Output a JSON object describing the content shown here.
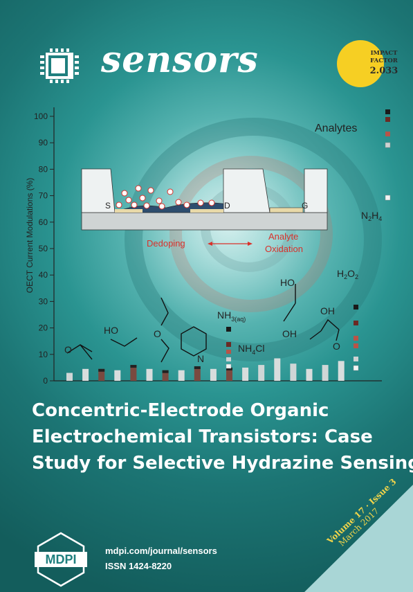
{
  "journal": {
    "name": "sensors"
  },
  "impact_factor": {
    "line1": "IMPACT",
    "line2": "FACTOR",
    "value": "2.033"
  },
  "figure": {
    "ylabel": "OECT Current Modulations (%)",
    "yticks": [
      "0",
      "10",
      "20",
      "30",
      "40",
      "50",
      "60",
      "70",
      "80",
      "90",
      "100"
    ],
    "device_labels": {
      "source": "S",
      "drain": "D",
      "gate": "G"
    },
    "dedoping": "Dedoping",
    "analyte_oxidation": [
      "Analyte",
      "Oxidation"
    ],
    "analytes_label": "Analytes",
    "n2h4": {
      "main": "N",
      "sub1": "2",
      "mid": "H",
      "sub2": "4"
    },
    "h2o2": {
      "main": "H",
      "sub1": "2",
      "mid": "O",
      "sub2": "2"
    },
    "nh3": {
      "main": "NH",
      "sub": "3(aq)"
    },
    "nh4cl": {
      "main": "NH",
      "sub": "4",
      "end": "Cl"
    },
    "atoms": {
      "o": "O",
      "ho": "HO",
      "oh": "OH",
      "n": "N"
    }
  },
  "chart_data": {
    "type": "bar",
    "ylabel": "OECT Current Modulations (%)",
    "ylim": [
      0,
      100
    ],
    "bars": [
      3,
      4.5,
      4.5,
      4,
      6,
      4.5,
      4,
      4,
      5.5,
      4.5,
      5,
      5,
      6,
      8.5,
      6.5,
      4.5,
      6,
      7.5
    ]
  },
  "article": {
    "title_lines": [
      "Concentric-Electrode Organic",
      "Electrochemical Transistors: Case",
      "Study for Selective Hydrazine Sensing"
    ]
  },
  "footer": {
    "publisher": "MDPI",
    "url": "mdpi.com/journal/sensors",
    "issn": "ISSN 1424-8220",
    "volume_issue": "Volume 17 · Issue 3",
    "date": "March 2017"
  },
  "colors": {
    "background": "#1f7f7e",
    "badge": "#f6cf23",
    "accent_red": "#d9302a",
    "corner": "#a9d6d6"
  }
}
